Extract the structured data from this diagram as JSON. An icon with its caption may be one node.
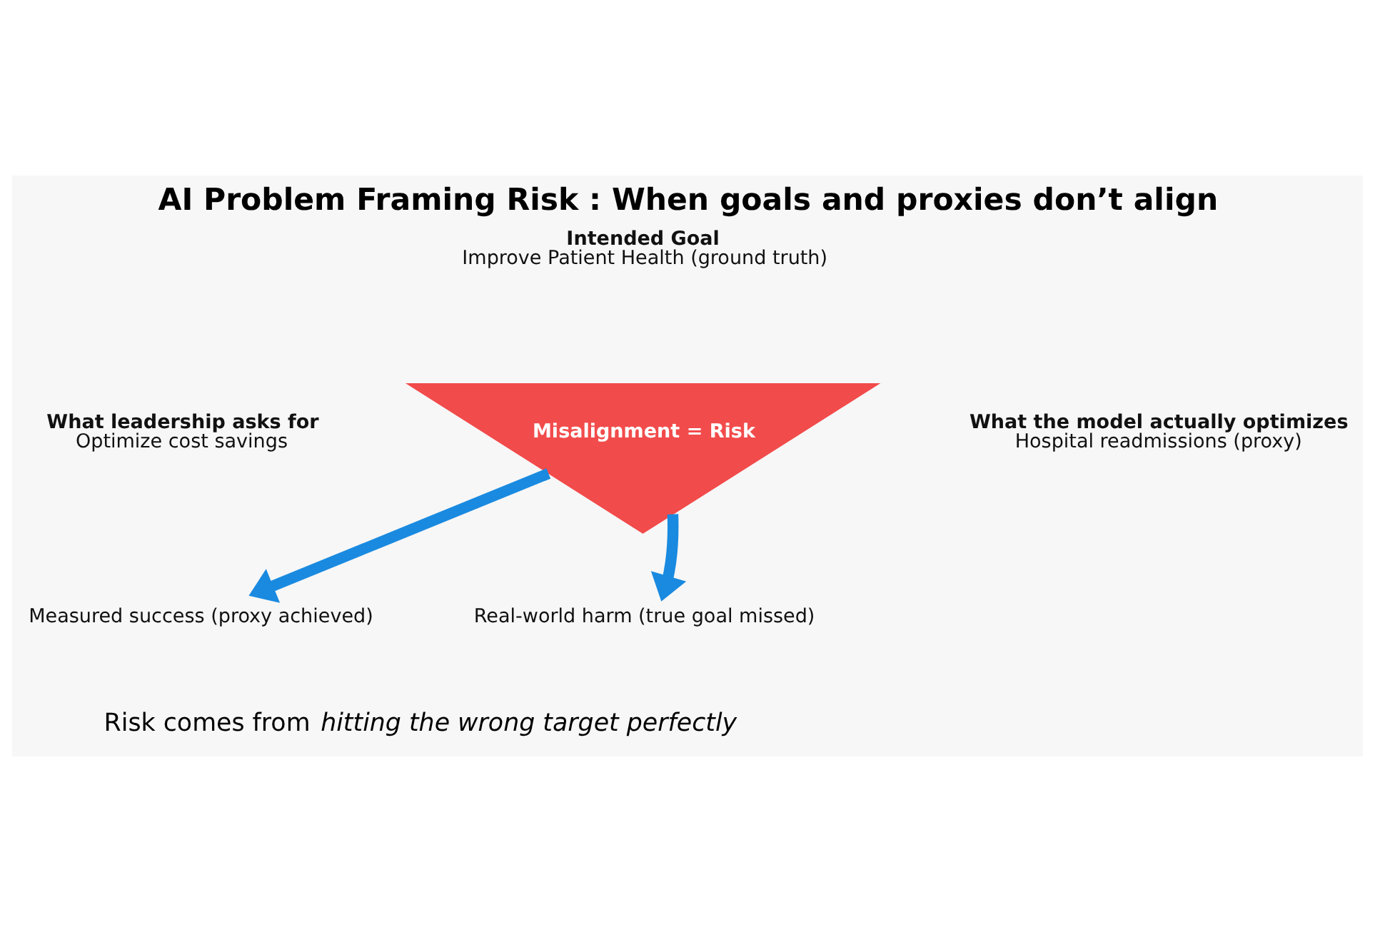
{
  "diagram": {
    "title": "AI Problem Framing Risk : When goals and proxies don’t align",
    "caption": "Risk comes from *hitting the wrong target perfectly*",
    "nodes": [
      {
        "text": [
          "Intended Goal",
          "Improve Patient Health (ground truth)"
        ]
      },
      {
        "text": [
          "What leadership asks for",
          "Optimize cost savings"
        ]
      },
      {
        "text": [
          "Misalignment = Risk"
        ]
      },
      {
        "text": [
          "What the model actually optimizes",
          "Hospital readmissions (proxy)"
        ]
      },
      {
        "text": [
          "Measured success (proxy achieved)"
        ]
      },
      {
        "text": [
          "Real-world harm (true goal missed)"
        ]
      }
    ],
    "edges": [
      {
        "from": 2,
        "to": 4,
        "arrow": "to"
      },
      {
        "from": 2,
        "to": 5,
        "arrow": "to"
      }
    ]
  }
}
